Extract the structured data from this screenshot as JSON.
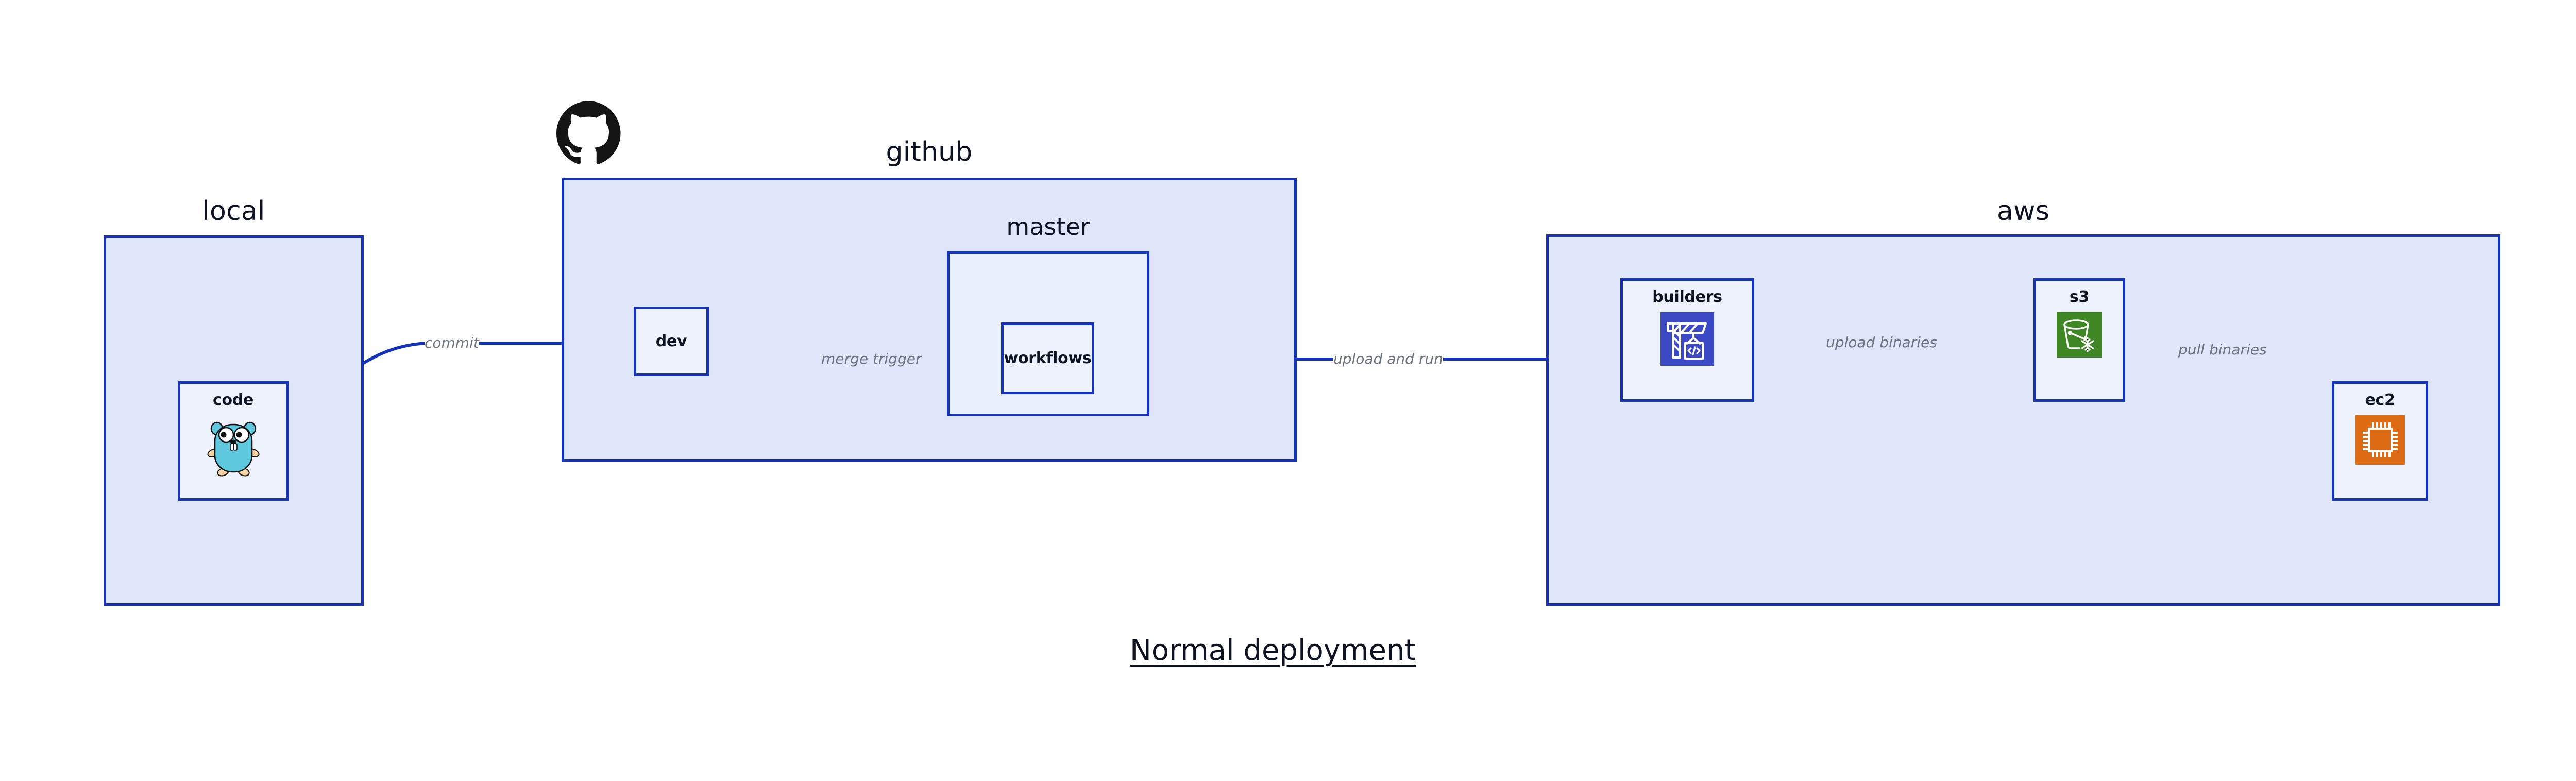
{
  "diagram": {
    "title": "Normal deployment",
    "accent_border": "#1433b8",
    "group_fill": "#e0e6fa",
    "node_fill": "#eef2fd",
    "label_color": "#0e1324",
    "edge_label_color": "#6b7280"
  },
  "groups": [
    {
      "id": "local",
      "label": "local"
    },
    {
      "id": "github",
      "label": "github"
    },
    {
      "id": "aws",
      "label": "aws"
    }
  ],
  "subgroups": [
    {
      "id": "master",
      "label": "master",
      "parent": "github"
    }
  ],
  "nodes": [
    {
      "id": "code",
      "label": "code",
      "icon": "go-gopher-icon",
      "parent": "local"
    },
    {
      "id": "dev",
      "label": "dev",
      "icon": "none",
      "parent": "github"
    },
    {
      "id": "workflows",
      "label": "workflows",
      "icon": "none",
      "parent": "master"
    },
    {
      "id": "builders",
      "label": "builders",
      "icon": "aws-codebuild-icon",
      "parent": "aws",
      "icon_color": "#3c49c4"
    },
    {
      "id": "s3",
      "label": "s3",
      "icon": "aws-s3-glacier-icon",
      "parent": "aws",
      "icon_color": "#3f8624"
    },
    {
      "id": "ec2",
      "label": "ec2",
      "icon": "aws-ec2-icon",
      "parent": "aws",
      "icon_color": "#dd6b13"
    }
  ],
  "edges": [
    {
      "id": "commit",
      "from": "code",
      "to": "dev",
      "label": "commit"
    },
    {
      "id": "merge-trigger",
      "from": "dev",
      "to": "workflows",
      "label": "merge trigger"
    },
    {
      "id": "upload-and-run",
      "from": "workflows",
      "to": "builders",
      "label": "upload and run"
    },
    {
      "id": "upload-binaries",
      "from": "builders",
      "to": "s3",
      "label": "upload binaries"
    },
    {
      "id": "pull-binaries",
      "from": "s3",
      "to": "ec2",
      "label": "pull binaries"
    }
  ],
  "logos": [
    {
      "id": "github-logo",
      "name": "github-octocat-icon"
    }
  ]
}
